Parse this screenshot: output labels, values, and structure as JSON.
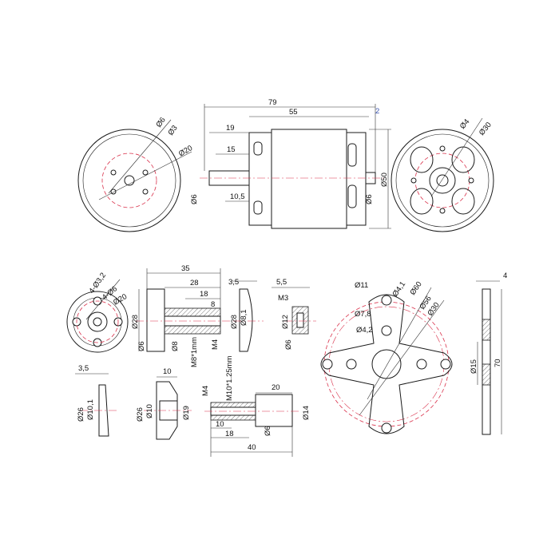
{
  "labels": {
    "top_len_total": "79",
    "top_len_body": "55",
    "top_gap": "2",
    "top_shaft_19": "19",
    "top_shaft_15": "15",
    "top_shaft_10_5": "10,5",
    "top_dia_shaft_left": "Ø6",
    "top_dia_shaft_right": "Ø6",
    "top_dia_body": "Ø50",
    "front_d6": "Ø6",
    "front_d3": "Ø3",
    "front_d20": "Ø20",
    "back_d4": "Ø4",
    "back_d30": "Ø30",
    "cross_4x32": "4-Ø3,2",
    "cross_4x6": "4-Ø6",
    "cross_d20": "Ø20",
    "adapter_35": "35",
    "adapter_28": "28",
    "adapter_18": "18",
    "adapter_8": "8",
    "adapter_d28": "Ø28",
    "adapter_d6": "Ø6",
    "adapter_d8": "Ø8",
    "adapter_thread": "M8*1mm",
    "adapter_m4": "M4",
    "washer_35": "3,5",
    "washer_d28": "Ø28",
    "washer_d81": "Ø8,1",
    "nut_55": "5,5",
    "nut_m3": "M3",
    "nut_d12": "Ø12",
    "nut_d6": "Ø6",
    "mount_d11": "Ø11",
    "mount_d41": "Ø4,1",
    "mount_d60": "Ø60",
    "mount_d56": "Ø56",
    "mount_d30": "Ø30",
    "mount_d78": "Ø7,8",
    "mount_d42": "Ø4,2",
    "side_4": "4",
    "side_70": "70",
    "side_15": "Ø15",
    "disc_35": "3,5",
    "disc_d26": "Ø26",
    "disc_d101": "Ø10,1",
    "cone_10": "10",
    "cone_d26": "Ø26",
    "cone_d10": "Ø10",
    "cone_d19": "Ø19",
    "bolt_20": "20",
    "bolt_m4": "M4",
    "bolt_thread": "M10*1.25mm",
    "bolt_10": "10",
    "bolt_18": "18",
    "bolt_40": "40",
    "bolt_d6": "Ø6",
    "bolt_d14": "Ø14"
  },
  "colors": {
    "line": "#1a1a1a",
    "center_line": "#d9304a",
    "highlight": "#3a55b0"
  }
}
